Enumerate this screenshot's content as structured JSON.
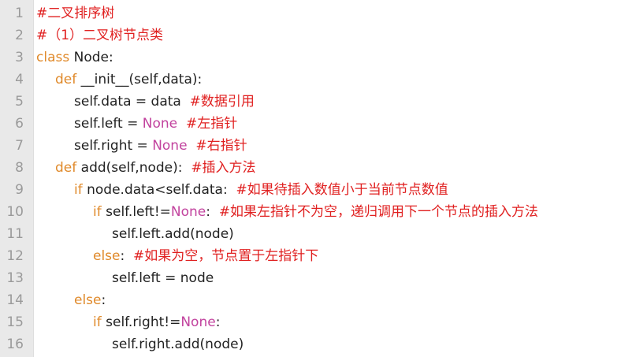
{
  "colors": {
    "keyword": "#e08a2b",
    "constant": "#c2439e",
    "comment": "#e02020",
    "text": "#222222",
    "line_number": "#9a9a9a",
    "gutter_bg": "#e9e9e9"
  },
  "lines": [
    {
      "num": "1",
      "indent": 0,
      "tokens": [
        {
          "t": "cm",
          "v": "#二叉排序树"
        }
      ]
    },
    {
      "num": "2",
      "indent": 0,
      "tokens": [
        {
          "t": "cm",
          "v": "#（1）二叉树节点类"
        }
      ]
    },
    {
      "num": "3",
      "indent": 0,
      "tokens": [
        {
          "t": "kw",
          "v": "class"
        },
        {
          "t": "txt",
          "v": " Node:"
        }
      ]
    },
    {
      "num": "4",
      "indent": 1,
      "tokens": [
        {
          "t": "kw",
          "v": "def"
        },
        {
          "t": "txt",
          "v": " __init__(self,data):"
        }
      ]
    },
    {
      "num": "5",
      "indent": 2,
      "tokens": [
        {
          "t": "txt",
          "v": "self.data = data  "
        },
        {
          "t": "cm",
          "v": "#数据引用"
        }
      ]
    },
    {
      "num": "6",
      "indent": 2,
      "tokens": [
        {
          "t": "txt",
          "v": "self.left = "
        },
        {
          "t": "const",
          "v": "None"
        },
        {
          "t": "txt",
          "v": "  "
        },
        {
          "t": "cm",
          "v": "#左指针"
        }
      ]
    },
    {
      "num": "7",
      "indent": 2,
      "tokens": [
        {
          "t": "txt",
          "v": "self.right = "
        },
        {
          "t": "const",
          "v": "None"
        },
        {
          "t": "txt",
          "v": "  "
        },
        {
          "t": "cm",
          "v": "#右指针"
        }
      ]
    },
    {
      "num": "8",
      "indent": 1,
      "tokens": [
        {
          "t": "kw",
          "v": "def"
        },
        {
          "t": "txt",
          "v": " add(self,node):  "
        },
        {
          "t": "cm",
          "v": "#插入方法"
        }
      ]
    },
    {
      "num": "9",
      "indent": 2,
      "tokens": [
        {
          "t": "kw",
          "v": "if"
        },
        {
          "t": "txt",
          "v": " node.data<self.data:  "
        },
        {
          "t": "cm",
          "v": "#如果待插入数值小于当前节点数值"
        }
      ]
    },
    {
      "num": "10",
      "indent": 3,
      "tokens": [
        {
          "t": "kw",
          "v": "if"
        },
        {
          "t": "txt",
          "v": " self.left!="
        },
        {
          "t": "const",
          "v": "None"
        },
        {
          "t": "txt",
          "v": ":  "
        },
        {
          "t": "cm",
          "v": "#如果左指针不为空，递归调用下一个节点的插入方法"
        }
      ]
    },
    {
      "num": "11",
      "indent": 4,
      "tokens": [
        {
          "t": "txt",
          "v": "self.left.add(node)"
        }
      ]
    },
    {
      "num": "12",
      "indent": 3,
      "tokens": [
        {
          "t": "kw",
          "v": "else"
        },
        {
          "t": "txt",
          "v": ":  "
        },
        {
          "t": "cm",
          "v": "#如果为空，节点置于左指针下"
        }
      ]
    },
    {
      "num": "13",
      "indent": 4,
      "tokens": [
        {
          "t": "txt",
          "v": "self.left = node"
        }
      ]
    },
    {
      "num": "14",
      "indent": 2,
      "tokens": [
        {
          "t": "kw",
          "v": "else"
        },
        {
          "t": "txt",
          "v": ":"
        }
      ]
    },
    {
      "num": "15",
      "indent": 3,
      "tokens": [
        {
          "t": "kw",
          "v": "if"
        },
        {
          "t": "txt",
          "v": " self.right!="
        },
        {
          "t": "const",
          "v": "None"
        },
        {
          "t": "txt",
          "v": ":"
        }
      ]
    },
    {
      "num": "16",
      "indent": 4,
      "tokens": [
        {
          "t": "txt",
          "v": "self.right.add(node)"
        }
      ]
    }
  ]
}
